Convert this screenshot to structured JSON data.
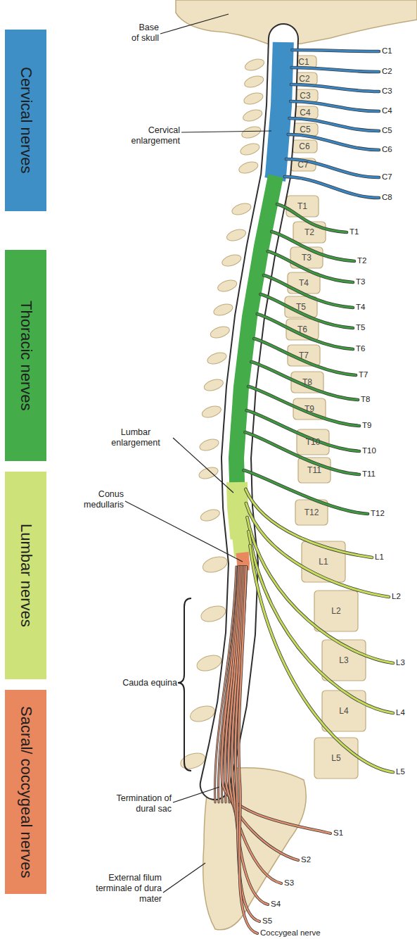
{
  "diagram": {
    "nodes": [
      {
        "text": [
          "Cervical nerves"
        ]
      },
      {
        "text": [
          "Thoracic nerves"
        ]
      },
      {
        "text": [
          "Lumbar nerves"
        ]
      },
      {
        "text": [
          "Sacral/ coccygeal nerves"
        ]
      }
    ],
    "labels": [
      "Base of skull",
      "Cervical enlargement",
      "Lumbar enlargement",
      "Conus medullaris",
      "Cauda equina",
      "Termination of dural sac",
      "External filum terminale of dura mater",
      "C1",
      "C2",
      "C3",
      "C4",
      "C5",
      "C6",
      "C7",
      "T1",
      "T2",
      "T3",
      "T4",
      "T5",
      "T6",
      "T7",
      "T8",
      "T9",
      "T10",
      "T11",
      "T12",
      "L1",
      "L2",
      "L3",
      "L4",
      "L5",
      "C1",
      "C2",
      "C3",
      "C4",
      "C5",
      "C6",
      "C7",
      "C8",
      "T1",
      "T2",
      "T3",
      "T4",
      "T5",
      "T6",
      "T7",
      "T8",
      "T9",
      "T10",
      "T11",
      "T12",
      "L1",
      "L2",
      "L3",
      "L4",
      "L5",
      "S1",
      "S2",
      "S3",
      "S4",
      "S5",
      "Coccygeal nerve"
    ]
  }
}
